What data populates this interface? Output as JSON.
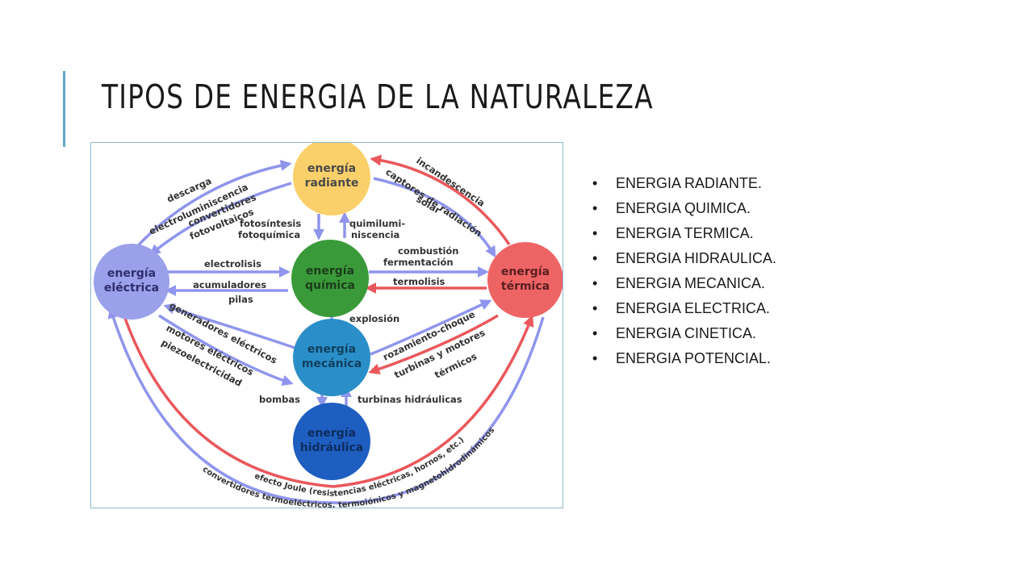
{
  "slide": {
    "title": "TIPOS DE ENERGIA DE LA NATURALEZA",
    "bullets": [
      "ENERGIA RADIANTE.",
      "ENERGIA QUIMICA.",
      "ENERGIA TERMICA.",
      "ENERGIA HIDRAULICA.",
      "ENERGIA MECANICA.",
      "ENERGIA ELECTRICA.",
      "ENERGIA CINETICA.",
      "ENERGIA POTENCIAL."
    ]
  },
  "colors": {
    "accent": "#5fa9c9",
    "blue_arrow": "#8f95ec",
    "red_arrow": "#e9585b",
    "radiante": "#fbd06a",
    "quimica": "#3a9a3a",
    "termica": "#ee6464",
    "electrica": "#9aa0ea",
    "mecanica": "#2a8fc9",
    "hidraulica": "#1e5ec0"
  },
  "diagram": {
    "nodes": {
      "radiante": {
        "line1": "energía",
        "line2": "radiante"
      },
      "quimica": {
        "line1": "energía",
        "line2": "química"
      },
      "termica": {
        "line1": "energía",
        "line2": "térmica"
      },
      "electrica": {
        "line1": "energía",
        "line2": "eléctrica"
      },
      "mecanica": {
        "line1": "energía",
        "line2": "mecánica"
      },
      "hidraulica": {
        "line1": "energía",
        "line2": "hidráulica"
      }
    },
    "labels": {
      "descarga": "descarga",
      "electroluminiscencia": "electroluminiscencia",
      "convertidores": "convertidores",
      "fotovoltaicos": "fotovoltaicos",
      "fotosintesis": "fotosíntesis",
      "fotoquimica": "fotoquímica",
      "quimilumi": "quimilumi-",
      "niscencia": "niscencia",
      "incandescencia": "incandescencia",
      "captores": "captores de radiación",
      "solar": "solar",
      "electrolisis": "electrolisis",
      "acumuladores": "acumuladores",
      "pilas": "pilas",
      "combustion": "combustión",
      "fermentacion": "fermentación",
      "termolisis": "termolisis",
      "explosion": "explosión",
      "generadores": "generadores eléctricos",
      "motores_electricos": "motores eléctricos",
      "piezoelectricidad": "piezoelectricidad",
      "rozamiento": "rozamiento-choque",
      "turbinas_motores": "turbinas y motores",
      "termicos": "térmicos",
      "bombas": "bombas",
      "turbinas_hidraulicas": "turbinas hidráulicas",
      "efecto_joule": "efecto Joule (resistencias eléctricas, hornos, etc.)",
      "convertidores_termo": "convertidores termoeléctricos, termoiónicos y magnetohidrodinámicos"
    }
  }
}
